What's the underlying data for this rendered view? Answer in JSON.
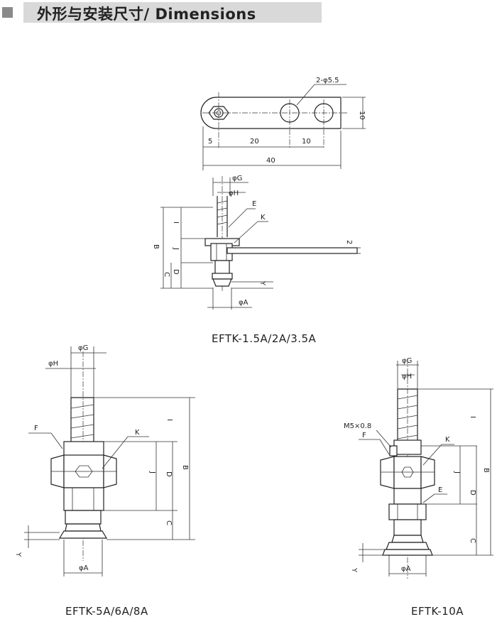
{
  "header": {
    "title": "外形与安装尺寸/ Dimensions"
  },
  "drawing1": {
    "hole_label": "2-φ5.5",
    "dim_5": "5",
    "dim_20": "20",
    "dim_10": "10",
    "dim_40": "40",
    "dim_10_v": "10",
    "phiG": "φG",
    "phiH": "φH",
    "E": "E",
    "K": "K",
    "dim_2": "2",
    "B": "B",
    "I": "I",
    "J": "J",
    "C": "C",
    "D": "D",
    "Y": "Y",
    "phiA": "φA",
    "caption": "EFTK-1.5A/2A/3.5A"
  },
  "drawing2": {
    "phiG": "φG",
    "phiH": "φH",
    "F": "F",
    "K": "K",
    "I": "I",
    "J": "J",
    "D": "D",
    "B": "B",
    "C": "C",
    "Y": "Y",
    "phiA": "φA",
    "caption": "EFTK-5A/6A/8A"
  },
  "drawing3": {
    "phiG": "φG",
    "phiH": "φH",
    "thread": "M5×0.8",
    "F": "F",
    "K": "K",
    "E": "E",
    "I": "I",
    "J": "J",
    "D": "D",
    "B": "B",
    "C": "C",
    "Y": "Y",
    "phiA": "φA",
    "caption": "EFTK-10A"
  }
}
